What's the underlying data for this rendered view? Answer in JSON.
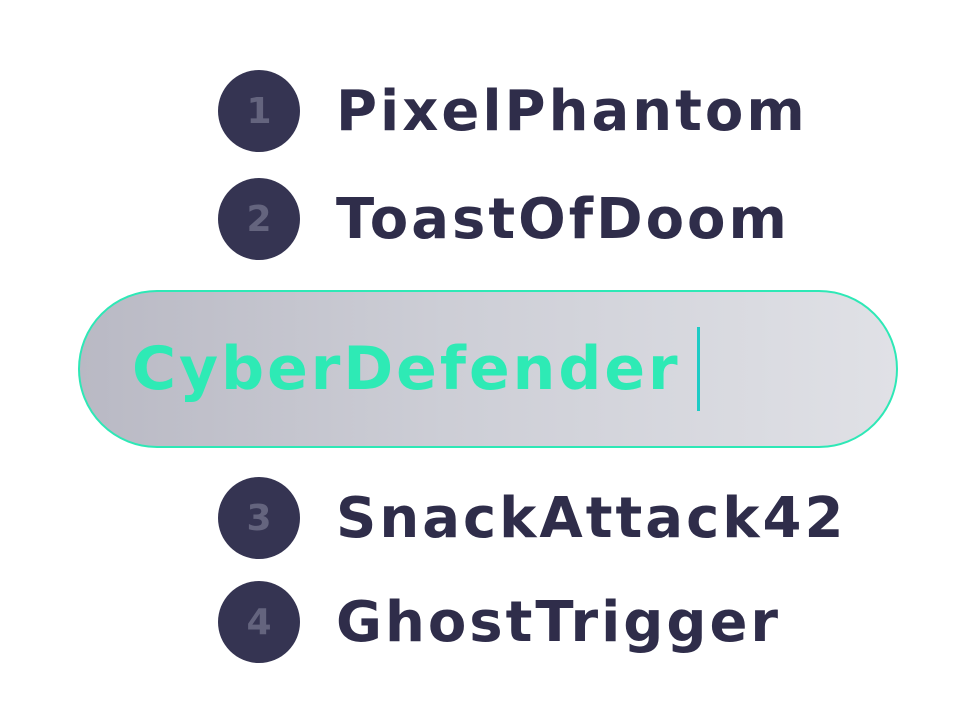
{
  "leaderboard": {
    "entries": [
      {
        "rank": "1",
        "name": "PixelPhantom"
      },
      {
        "rank": "2",
        "name": "ToastOfDoom"
      },
      {
        "rank": "3",
        "name": "SnackAttack42"
      },
      {
        "rank": "4",
        "name": "GhostTrigger"
      }
    ]
  },
  "name_input": {
    "value": "CyberDefender"
  },
  "colors": {
    "badge": "#353452",
    "badge_number": "#64647e",
    "name_text": "#2f2d4a",
    "accent": "#2ee8b6",
    "caret": "#1ecbc6"
  }
}
